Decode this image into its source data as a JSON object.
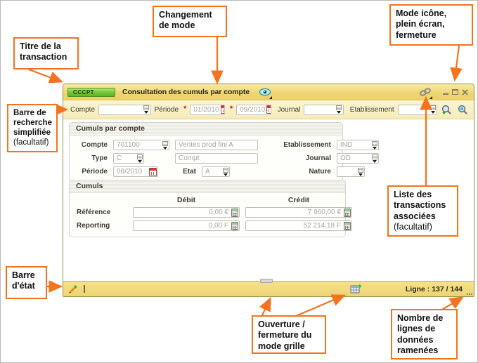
{
  "app": {
    "badge": "CCCPT",
    "title": "Consultation des cumuls par compte"
  },
  "search": {
    "required_marker": "*",
    "compte": {
      "label": "Compte",
      "value": ""
    },
    "periode": {
      "label": "Période",
      "from": "01/2010",
      "to": "09/2010"
    },
    "journal": {
      "label": "Journal",
      "value": ""
    },
    "etablissement": {
      "label": "Etablissement",
      "value": ""
    }
  },
  "panel_compte": {
    "title": "Cumuls par compte",
    "compte_label": "Compte",
    "compte_value": "701100",
    "compte_name": "Ventes prod fini A",
    "type_label": "Type",
    "type_value": "C",
    "type_name": "Compt",
    "periode_label": "Période",
    "periode_value": "08/2010",
    "etat_label": "Etat",
    "etat_value": "A",
    "etablissement_label": "Etablissement",
    "etablissement_value": "IND",
    "journal_label": "Journal",
    "journal_value": "OD",
    "nature_label": "Nature",
    "nature_value": ""
  },
  "panel_cumuls": {
    "title": "Cumuls",
    "col_debit": "Débit",
    "col_credit": "Crédit",
    "rows": [
      {
        "label": "Référence",
        "debit": "0,00 €",
        "credit": "7 960,00 €"
      },
      {
        "label": "Reporting",
        "debit": "0,00 F",
        "credit": "52 214,18 F"
      }
    ]
  },
  "statusbar": {
    "line_counter": "Ligne : 137 / 144"
  },
  "callouts": {
    "titre": {
      "label": "Titre de la transaction"
    },
    "changement": {
      "label": "Changement de mode"
    },
    "mode_icone": {
      "label": "Mode icône, plein écran, fermeture"
    },
    "recherche": {
      "label": "Barre de recherche simplifiée",
      "note": "(facultatif)"
    },
    "liste": {
      "label": "Liste des transactions associées",
      "note": "(facultatif)"
    },
    "etat": {
      "label": "Barre d'état"
    },
    "ouverture": {
      "label": "Ouverture / fermeture du mode grille"
    },
    "nombre": {
      "label": "Nombre de lignes de données ramenées"
    }
  },
  "colors": {
    "accent_orange": "#f4731c",
    "titlebar_yellow": "#efd674",
    "badge_green": "#76c83e"
  }
}
